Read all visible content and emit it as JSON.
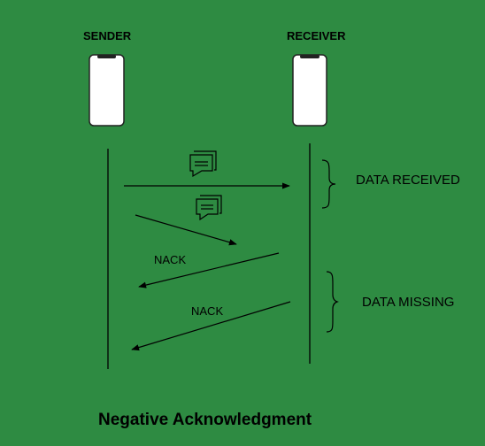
{
  "diagram": {
    "sender_label": "SENDER",
    "receiver_label": "RECEIVER",
    "nack_label_1": "NACK",
    "nack_label_2": "NACK",
    "data_received_label": "DATA RECEIVED",
    "data_missing_label": "DATA MISSING",
    "title": "Negative Acknowledgment"
  },
  "icons": {
    "device": "smartphone-icon",
    "message": "chat-bubble-icon"
  },
  "colors": {
    "background": "#2e8b42",
    "line": "#000000",
    "device_fill": "#ffffff"
  }
}
